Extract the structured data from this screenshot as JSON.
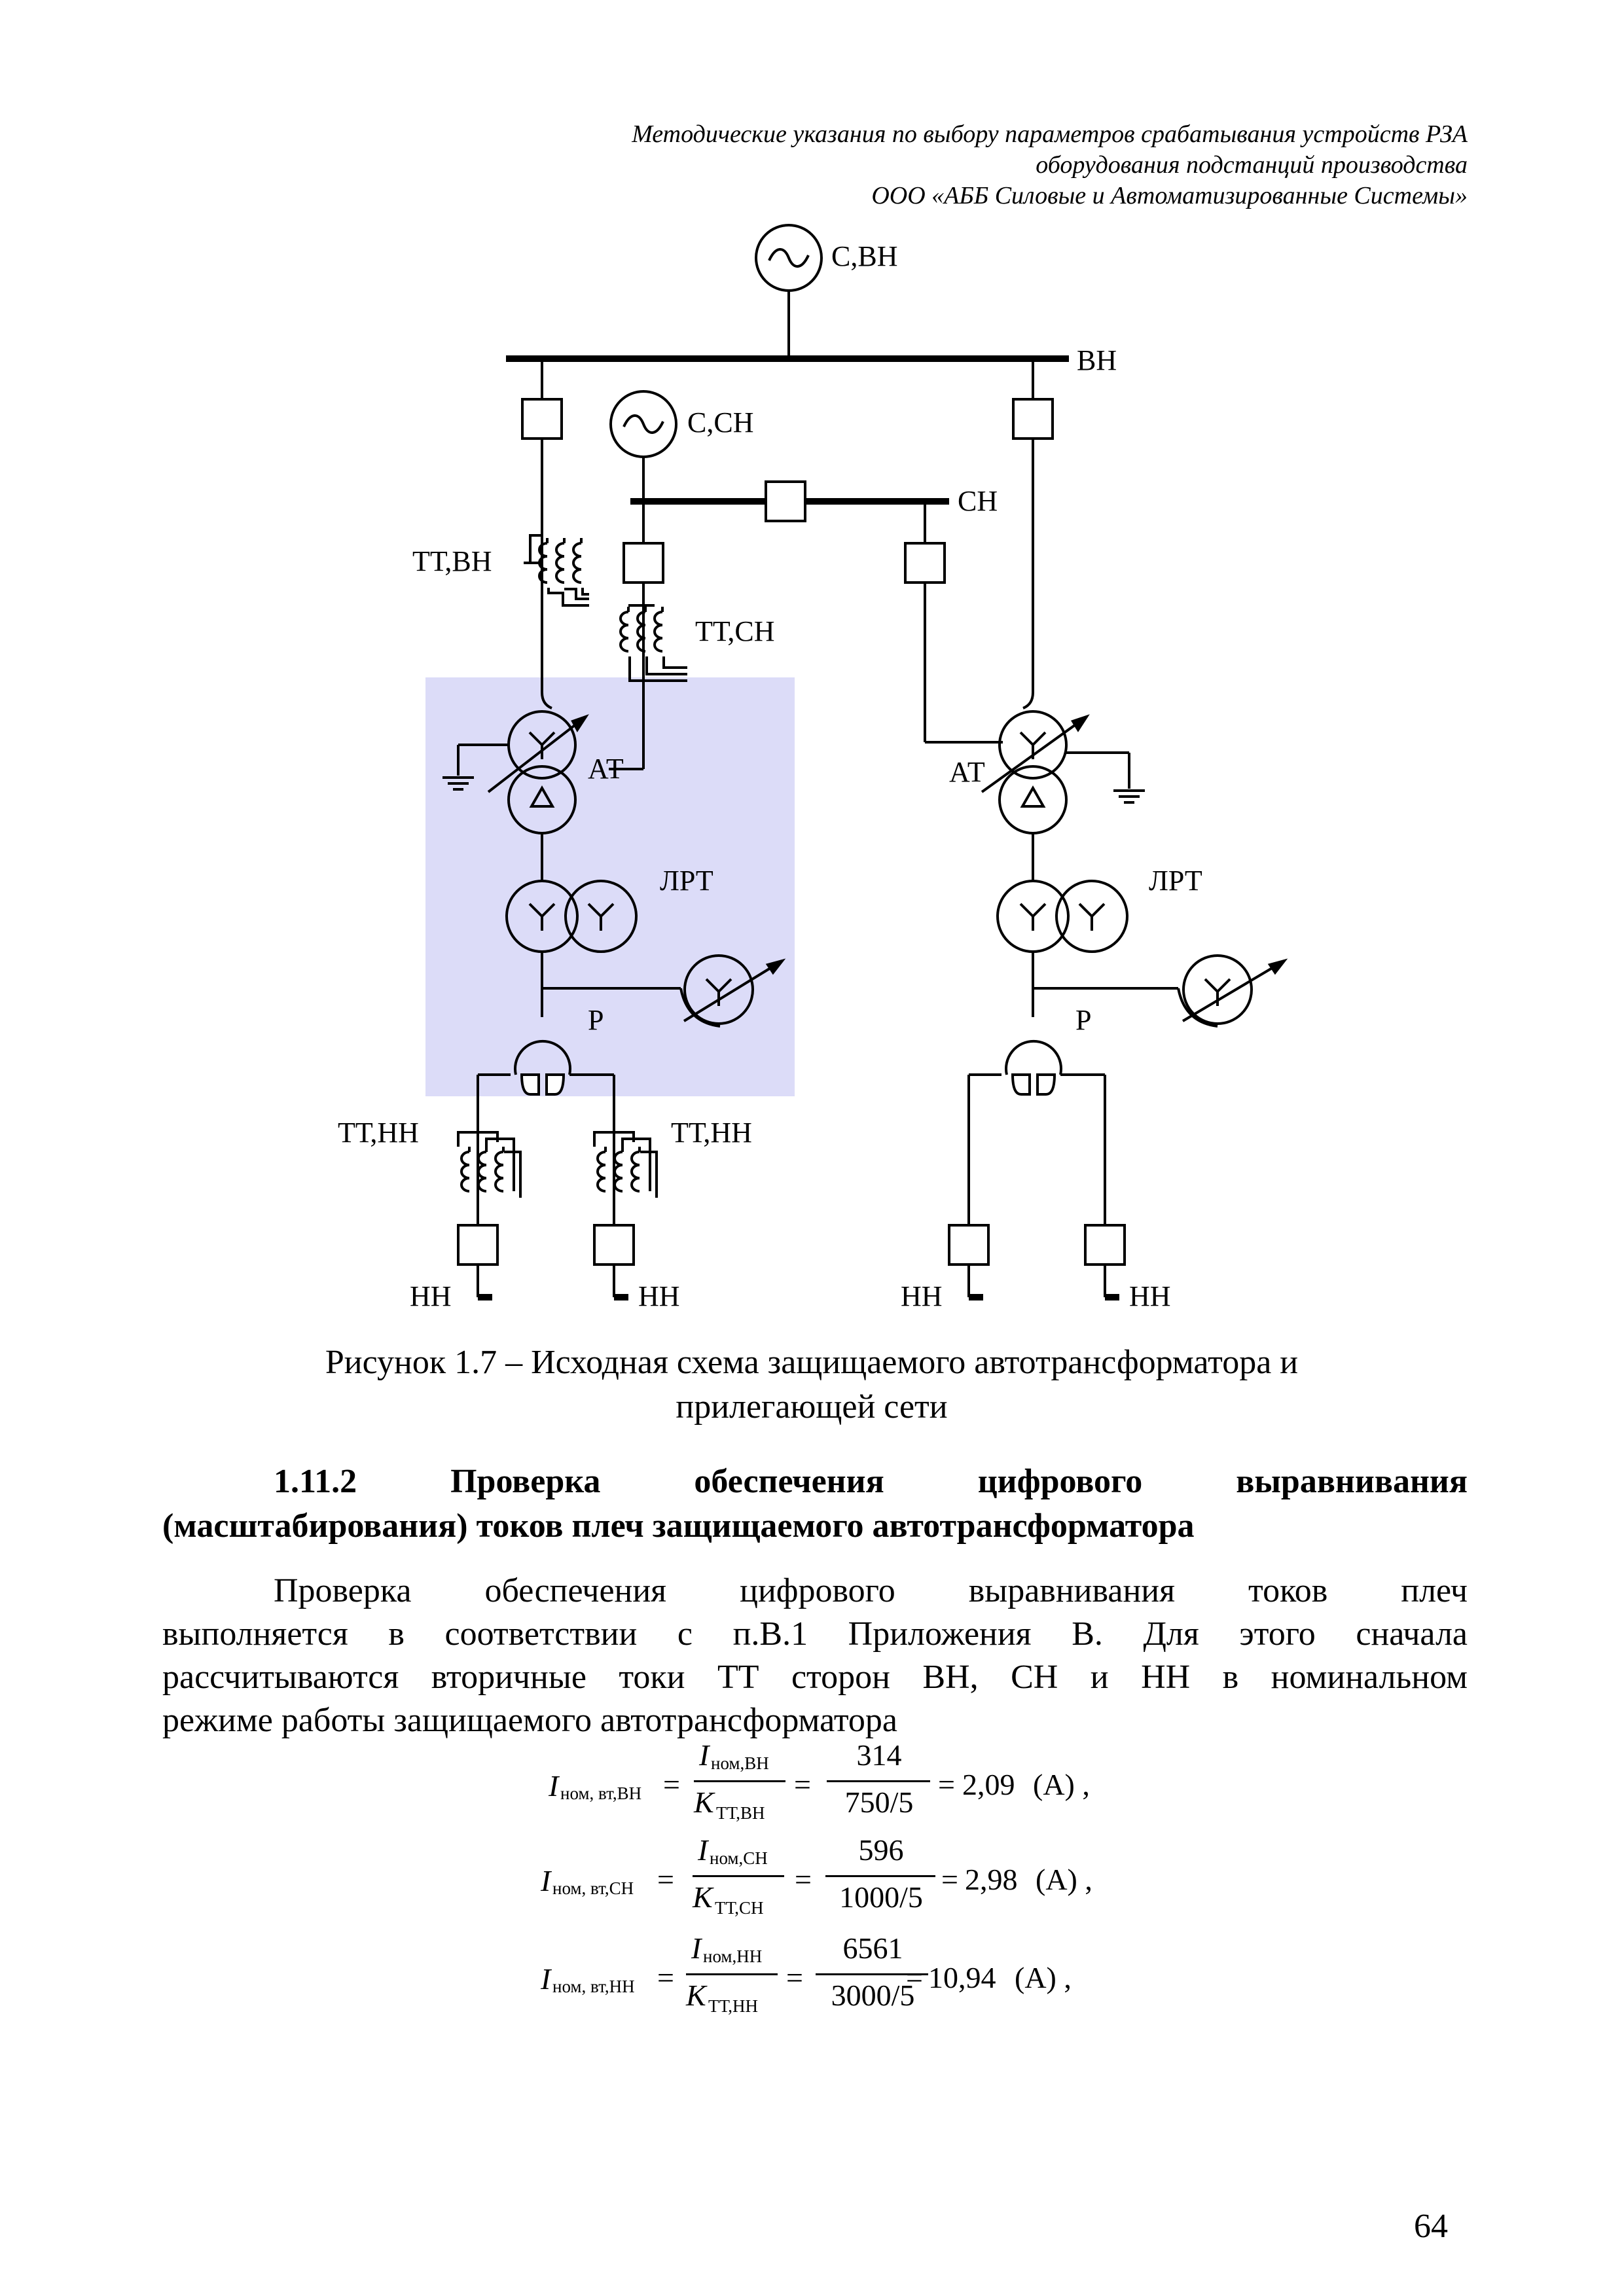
{
  "header": {
    "line1": "Методические указания по выбору параметров срабатывания устройств РЗА",
    "line2": "оборудования подстанций производства",
    "line3": "ООО «АББ Силовые и Автоматизированные Системы»"
  },
  "diagram": {
    "labels": {
      "source_vn": "С,ВН",
      "bus_vn": "ВН",
      "source_sn": "С,СН",
      "bus_sn": "СН",
      "ct_vn": "ТТ,ВН",
      "ct_sn": "ТТ,СН",
      "at_left": "АТ",
      "at_right": "АТ",
      "lrt_left": "ЛРТ",
      "lrt_right": "ЛРТ",
      "r_left": "Р",
      "r_right": "Р",
      "ct_nn_1": "ТТ,НН",
      "ct_nn_2": "ТТ,НН",
      "nn_1": "НН",
      "nn_2": "НН",
      "nn_3": "НН",
      "nn_4": "НН"
    },
    "colors": {
      "highlight": "#dcdcf8",
      "line": "#000000"
    }
  },
  "caption": {
    "line1": "Рисунок 1.7 – Исходная схема защищаемого автотрансформатора и",
    "line2": "прилегающей сети"
  },
  "section": {
    "heading_line1": "1.11.2 Проверка обеспечения цифрового выравнивания",
    "heading_line2": "(масштабирования) токов плеч защищаемого автотрансформатора"
  },
  "paragraph": {
    "line1": "Проверка обеспечения цифрового выравнивания токов плеч",
    "line2": "выполняется в соответствии с п.В.1 Приложения В. Для этого сначала",
    "line3": "рассчитываются вторичные токи ТТ сторон ВН, СН и НН в номинальном",
    "line4": "режиме работы защищаемого автотрансформатора"
  },
  "formulas": [
    {
      "lhs_sub": "ном, вт,ВН",
      "num_sub": "ном,ВН",
      "den_sub": "ТТ,ВН",
      "num": "314",
      "den": "750/5",
      "result": "2,09",
      "unit": "(А) ,"
    },
    {
      "lhs_sub": "ном, вт,СН",
      "num_sub": "ном,СН",
      "den_sub": "ТТ,СН",
      "num": "596",
      "den": "1000/5",
      "result": "2,98",
      "unit": "(А) ,"
    },
    {
      "lhs_sub": "ном, вт,НН",
      "num_sub": "ном,НН",
      "den_sub": "ТТ,НН",
      "num": "6561",
      "den": "3000/5",
      "result": "10,94",
      "unit": "(А) ,"
    }
  ],
  "symbols": {
    "current": "I",
    "ct_ratio": "K",
    "equals": "="
  },
  "page_number": "64"
}
